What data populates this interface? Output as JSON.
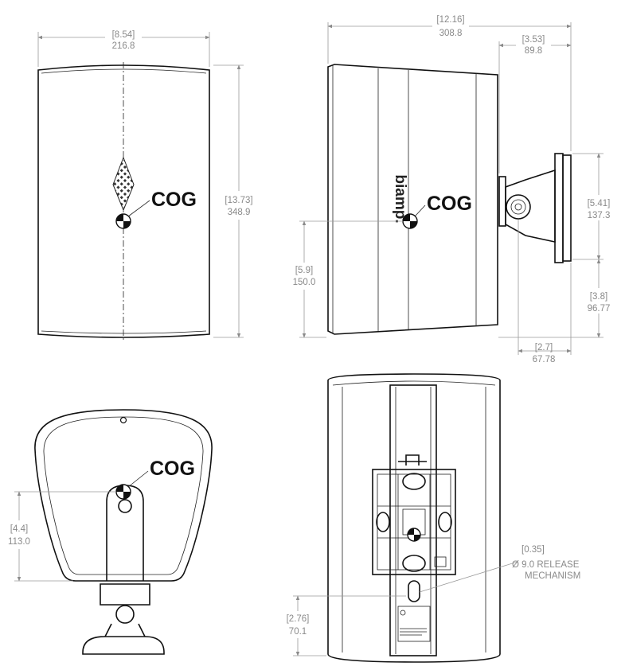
{
  "front_view": {
    "width_in": "[8.54]",
    "width_mm": "216.8",
    "height_in": "[13.73]",
    "height_mm": "348.9",
    "cog_label": "COG"
  },
  "side_view": {
    "overall_in": "[12.16]",
    "overall_mm": "308.8",
    "bracket_depth_in": "[3.53]",
    "bracket_depth_mm": "89.8",
    "plate_height_in": "[5.41]",
    "plate_height_mm": "137.3",
    "plate_offset_in": "[3.8]",
    "plate_offset_mm": "96.77",
    "cog_offset_in": "[2.7]",
    "cog_offset_mm": "67.78",
    "cog_height_in": "[5.9]",
    "cog_height_mm": "150.0",
    "brand": "biamp.",
    "cog_label": "COG"
  },
  "top_view": {
    "cog_height_in": "[4.4]",
    "cog_height_mm": "113.0",
    "cog_label": "COG"
  },
  "rear_view": {
    "release_in": "[0.35]",
    "release_line1": "Ø 9.0 RELEASE",
    "release_line2": "MECHANISM",
    "bottom_in": "[2.76]",
    "bottom_mm": "70.1"
  }
}
